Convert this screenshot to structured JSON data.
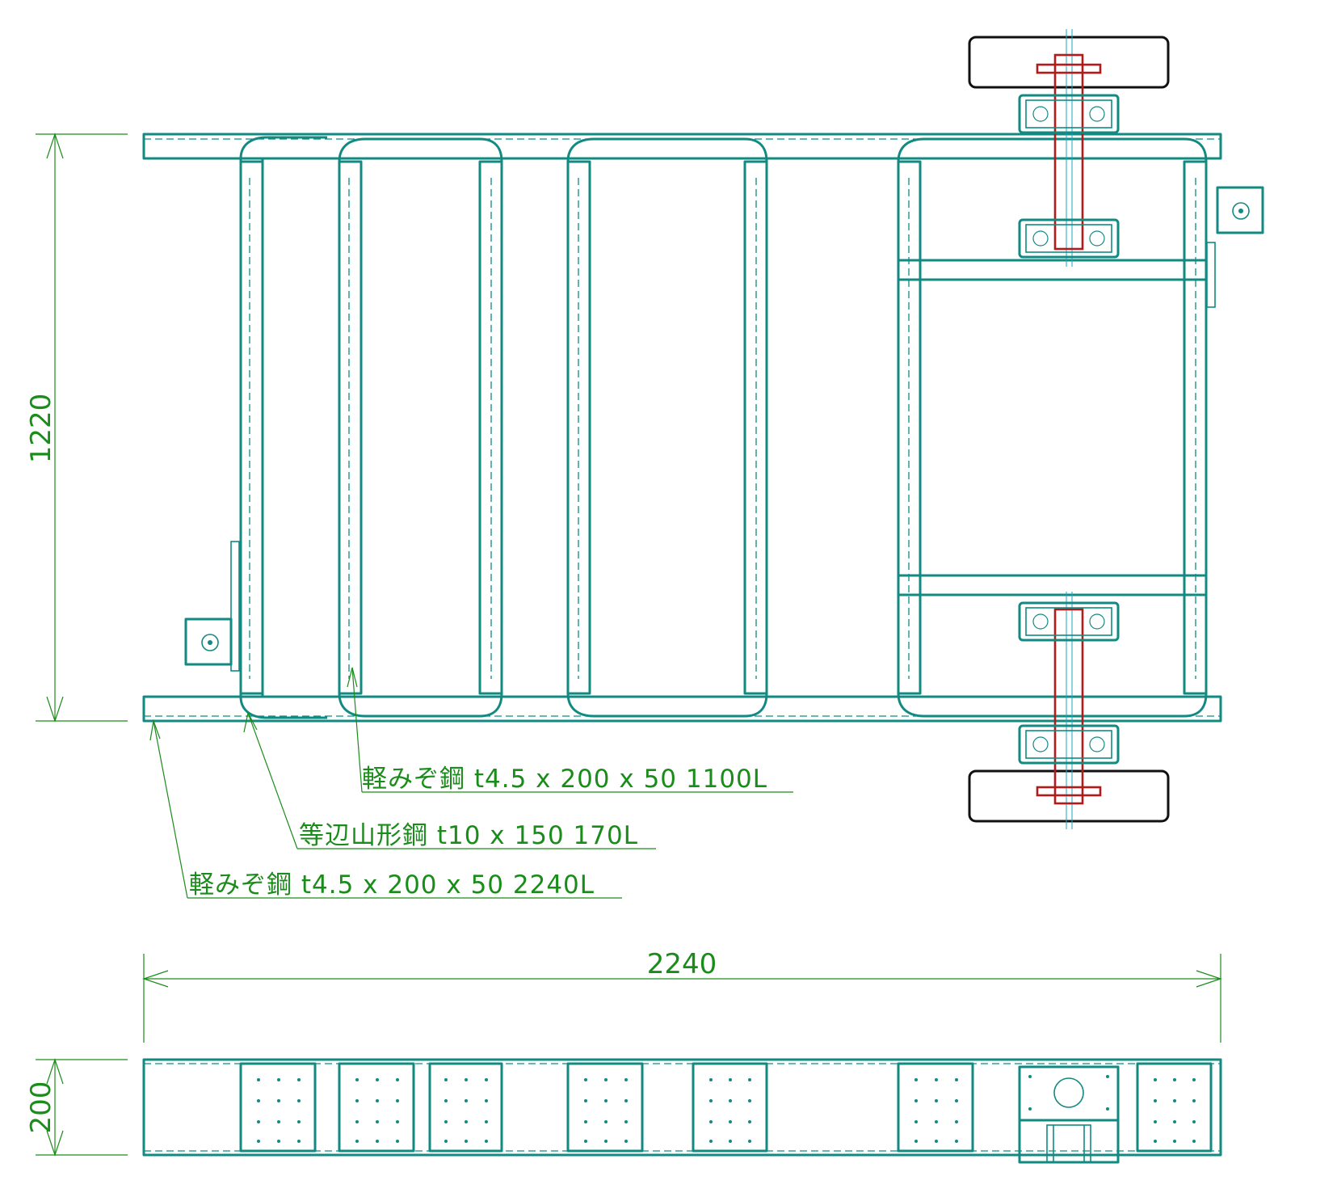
{
  "dimensions": {
    "height": "1220",
    "length": "2240",
    "side_height": "200"
  },
  "notes": [
    {
      "text": "軽みぞ鋼 t4.5 x 200 x 50 1100L"
    },
    {
      "text": "等辺山形鋼 t10 x 150 170L"
    },
    {
      "text": "軽みぞ鋼 t4.5 x 200 x 50 2240L"
    }
  ],
  "colors": {
    "frame": "#128a82",
    "axle": "#b31b1b",
    "wheel": "#111111",
    "dimension": "#1a8c1a",
    "centerline": "#1aa7c4"
  }
}
